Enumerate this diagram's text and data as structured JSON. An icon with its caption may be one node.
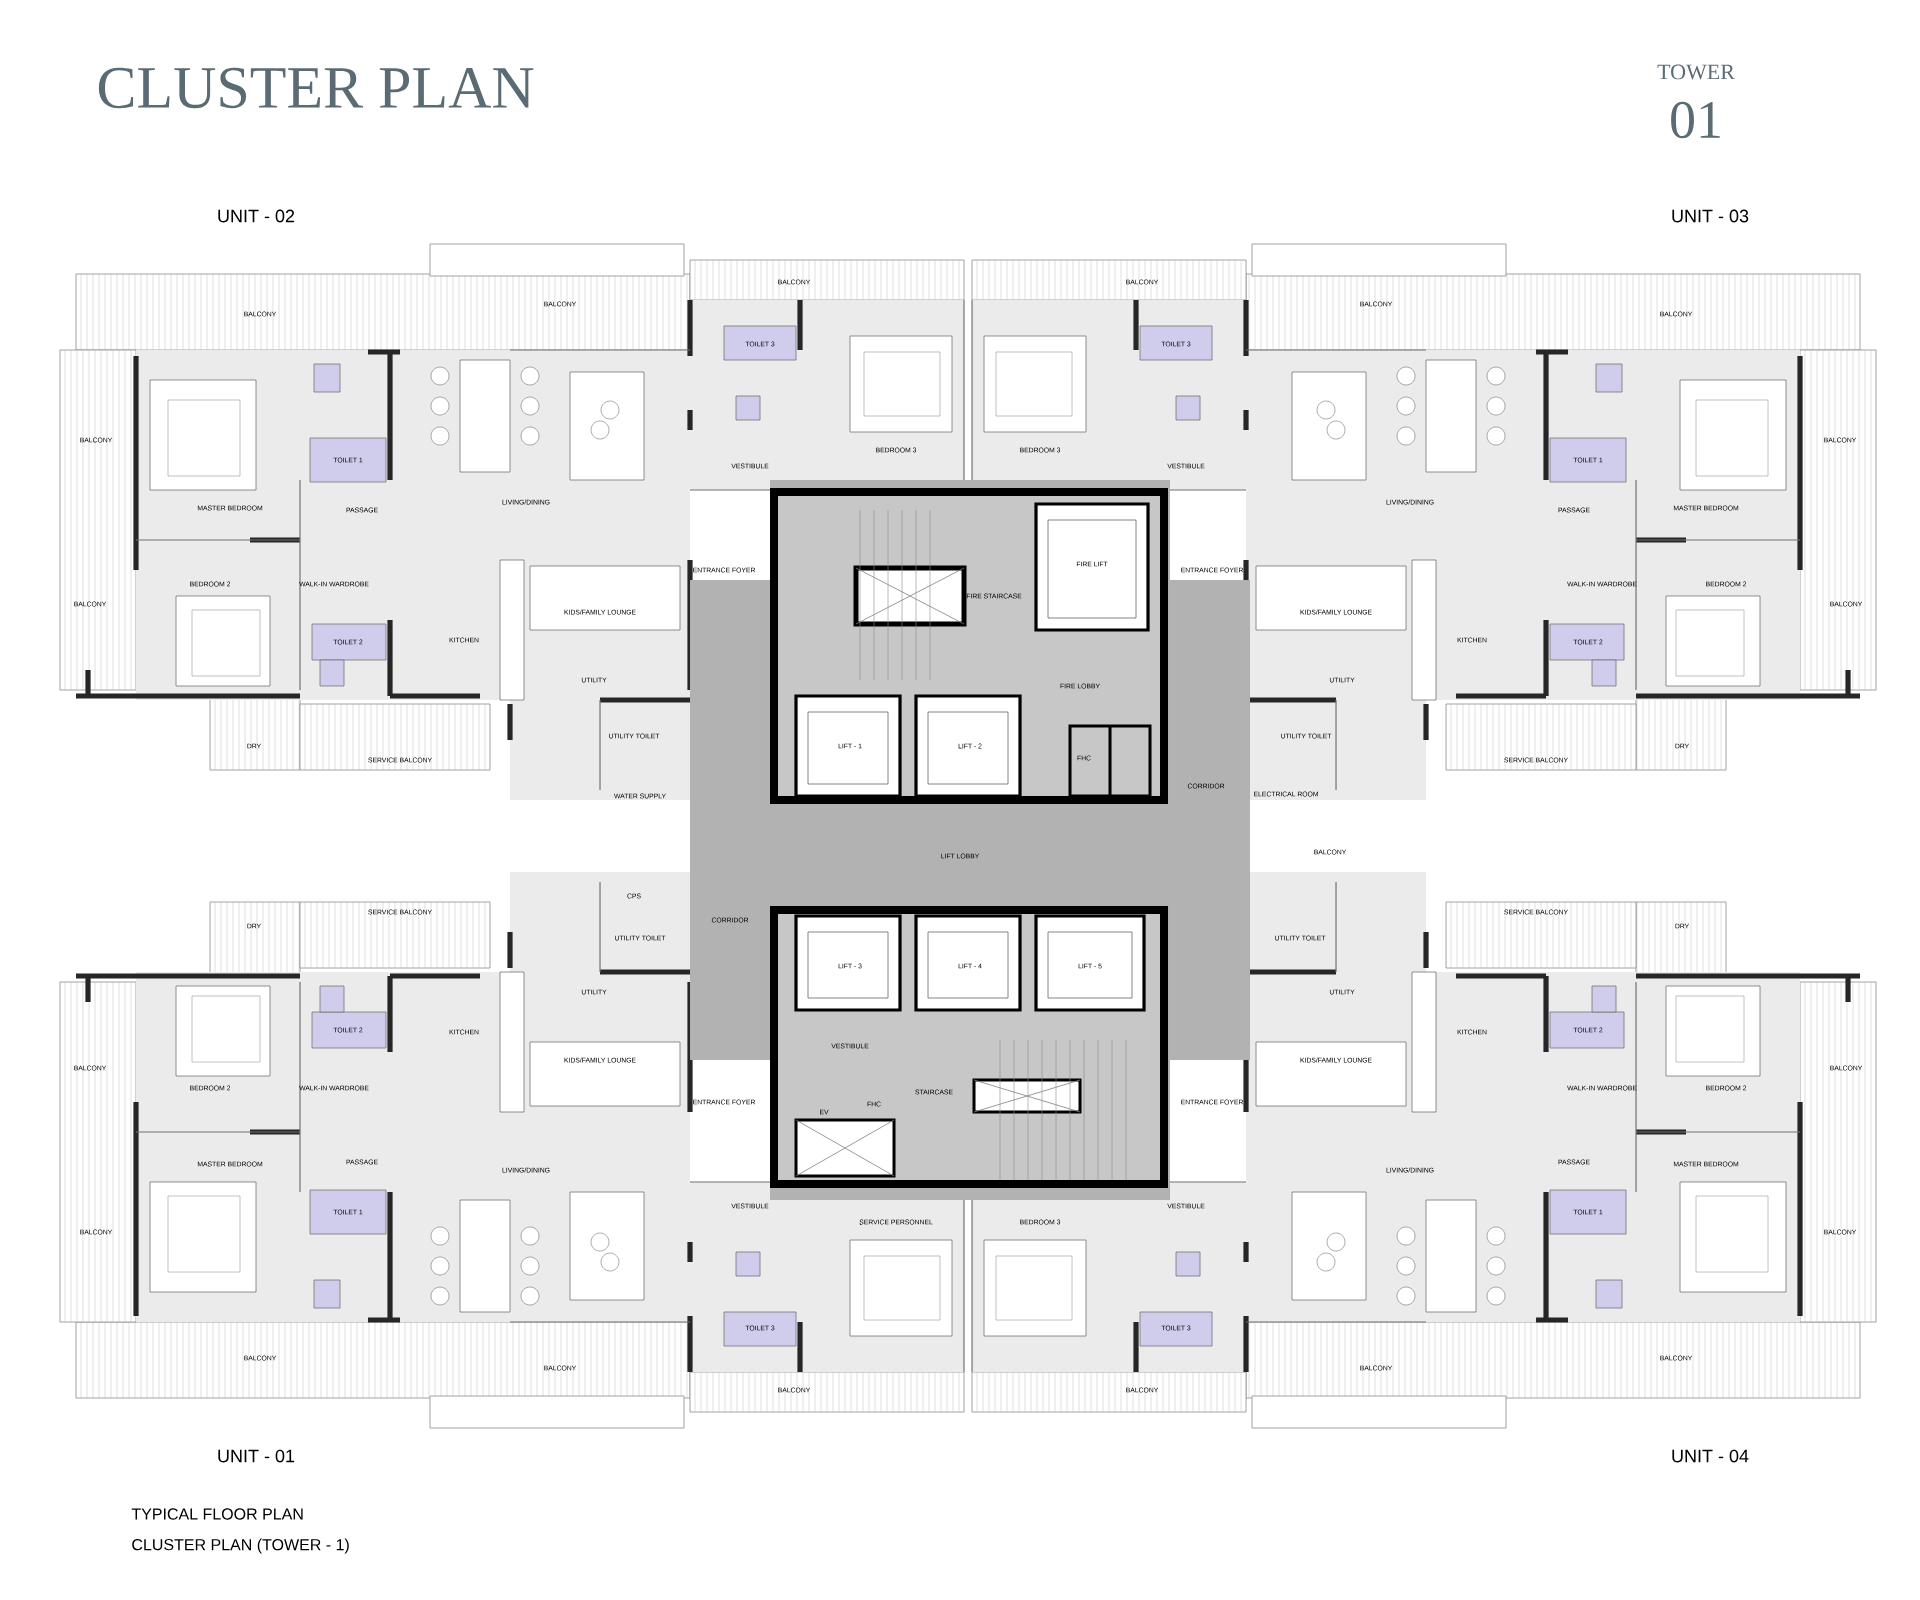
{
  "diagram": {
    "title": "CLUSTER PLAN",
    "labels": [
      "TOWER",
      "01",
      "UNIT - 02",
      "UNIT - 03",
      "BALCONY",
      "BALCONY",
      "BALCONY",
      "BALCONY",
      "MASTER BEDROOM",
      "TOILET 1",
      "PASSAGE",
      "LIVING/DINING",
      "BEDROOM 2",
      "WALK-IN WARDROBE",
      "TOILET 2",
      "KITCHEN",
      "KIDS/FAMILY LOUNGE",
      "UTILITY",
      "DRY",
      "SERVICE BALCONY",
      "BALCONY",
      "TOILET 3",
      "BEDROOM 3",
      "VESTIBULE",
      "ENTRANCE FOYER",
      "BALCONY",
      "BALCONY",
      "BALCONY",
      "BALCONY",
      "MASTER BEDROOM",
      "TOILET 1",
      "PASSAGE",
      "LIVING/DINING",
      "BEDROOM 2",
      "WALK-IN WARDROBE",
      "TOILET 2",
      "KITCHEN",
      "KIDS/FAMILY LOUNGE",
      "UTILITY",
      "DRY",
      "SERVICE BALCONY",
      "BALCONY",
      "TOILET 3",
      "BEDROOM 3",
      "VESTIBULE",
      "ENTRANCE FOYER",
      "FIRE STAIRCASE",
      "FIRE LIFT",
      "FIRE LOBBY",
      "LIFT - 1",
      "LIFT - 2",
      "FHC",
      "CORRIDOR",
      "LIFT LOBBY",
      "CORRIDOR",
      "LIFT - 3",
      "LIFT - 4",
      "LIFT - 5",
      "VESTIBULE",
      "STAIRCASE",
      "EV",
      "FHC",
      "WATER SUPPLY",
      "UTILITY TOILET",
      "ELECTRICAL ROOM",
      "UTILITY TOILET",
      "CPS",
      "UTILITY TOILET",
      "BALCONY",
      "UTILITY TOILET",
      "BALCONY",
      "BALCONY",
      "BALCONY",
      "BALCONY",
      "MASTER BEDROOM",
      "TOILET 1",
      "PASSAGE",
      "LIVING/DINING",
      "BEDROOM 2",
      "WALK-IN WARDROBE",
      "TOILET 2",
      "KITCHEN",
      "KIDS/FAMILY LOUNGE",
      "UTILITY",
      "DRY",
      "SERVICE BALCONY",
      "BALCONY",
      "TOILET 3",
      "SERVICE PERSONNEL",
      "VESTIBULE",
      "ENTRANCE FOYER",
      "BALCONY",
      "BALCONY",
      "BALCONY",
      "BALCONY",
      "MASTER BEDROOM",
      "TOILET 1",
      "PASSAGE",
      "LIVING/DINING",
      "BEDROOM 2",
      "WALK-IN WARDROBE",
      "TOILET 2",
      "KITCHEN",
      "KIDS/FAMILY LOUNGE",
      "UTILITY",
      "DRY",
      "SERVICE BALCONY",
      "BALCONY",
      "TOILET 3",
      "BEDROOM 3",
      "VESTIBULE",
      "ENTRANCE FOYER",
      "UNIT - 01",
      "UNIT - 04",
      "TYPICAL FLOOR PLAN",
      "CLUSTER PLAN (TOWER - 1)"
    ]
  }
}
